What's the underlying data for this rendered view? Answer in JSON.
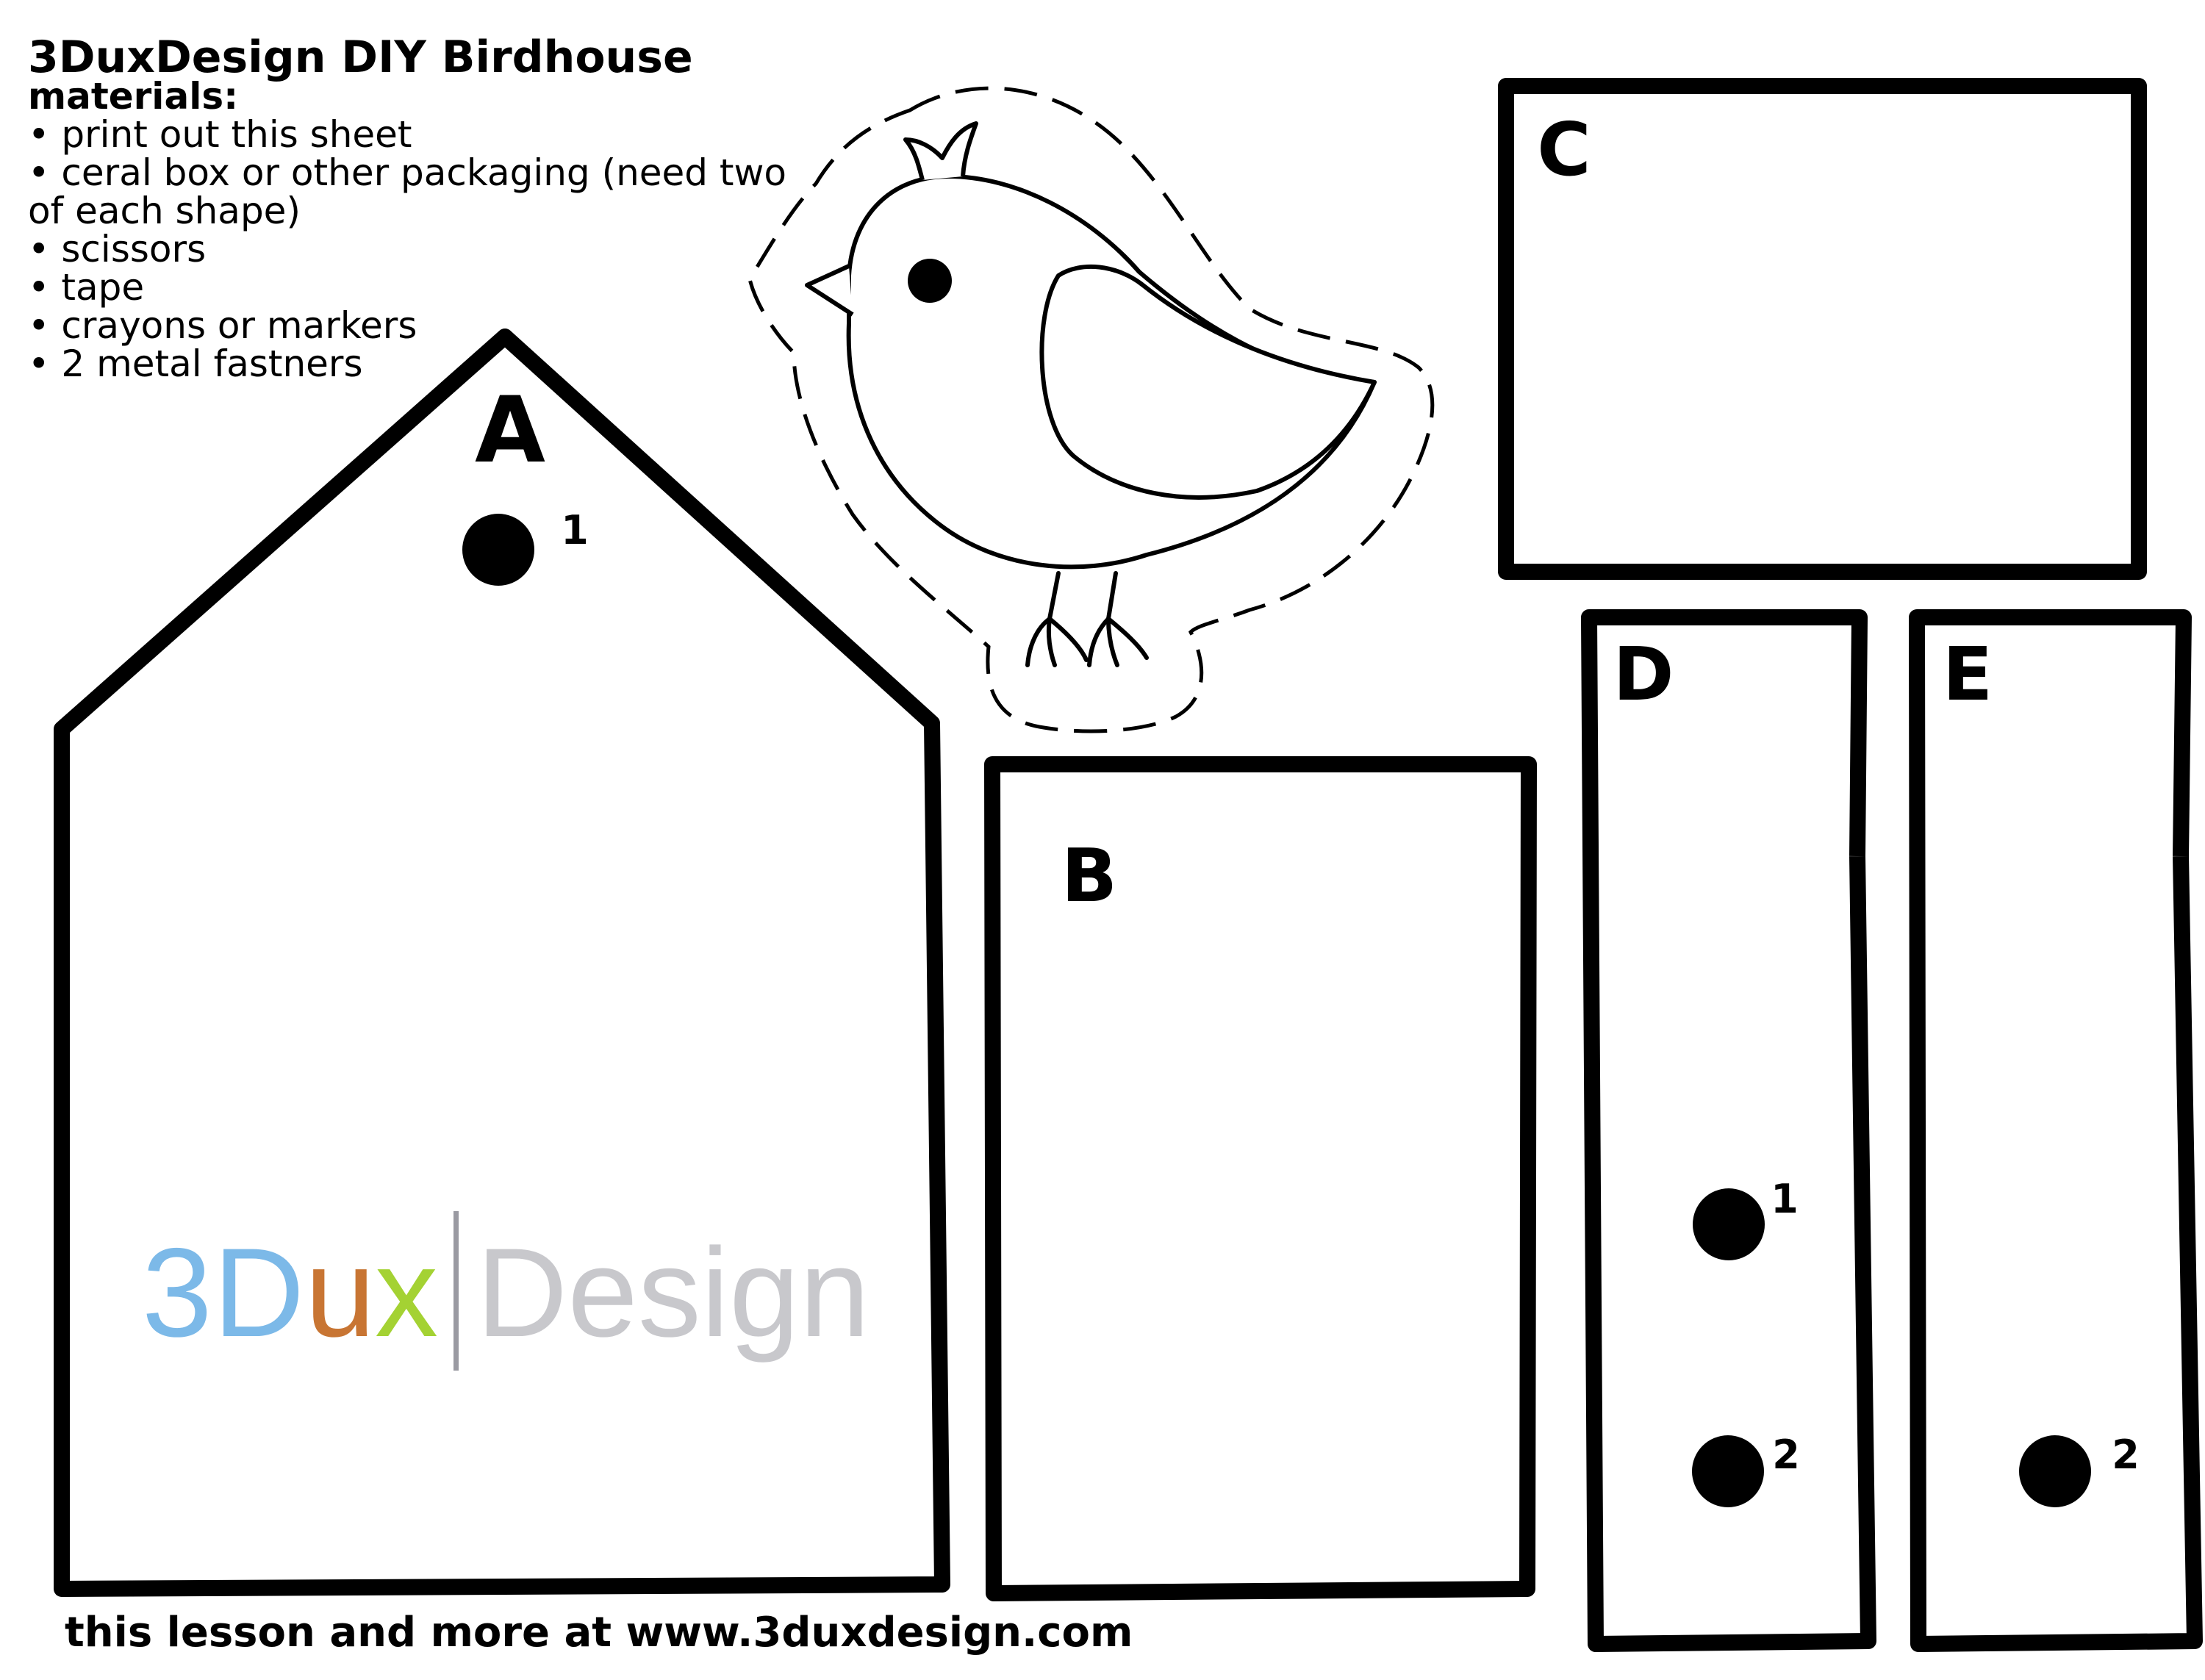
{
  "header": {
    "title": "3DuxDesign DIY Birdhouse",
    "materials_heading": "materials:",
    "materials": [
      "• print out this sheet",
      "• ceral box or other packaging (need two",
      "of each shape)",
      "• scissors",
      "• tape",
      "• crayons or markers",
      "• 2 metal fastners"
    ]
  },
  "pieces": {
    "a": {
      "label": "A",
      "hole_1": "1"
    },
    "b": {
      "label": "B"
    },
    "c": {
      "label": "C"
    },
    "d": {
      "label": "D",
      "hole_1": "1",
      "hole_2": "2"
    },
    "e": {
      "label": "E",
      "hole_2": "2"
    }
  },
  "logo": {
    "parts": [
      "3",
      "D",
      "u",
      "x",
      "Design"
    ],
    "colors": [
      "#7cb9e8",
      "#7cb9e8",
      "#c87533",
      "#a4d233",
      "#c8c8cc"
    ],
    "divider_color": "#9a9aa2"
  },
  "footer": {
    "text": "this lesson and more at www.3duxdesign.com"
  },
  "colors": {
    "ink": "#000000",
    "paper": "#ffffff"
  }
}
